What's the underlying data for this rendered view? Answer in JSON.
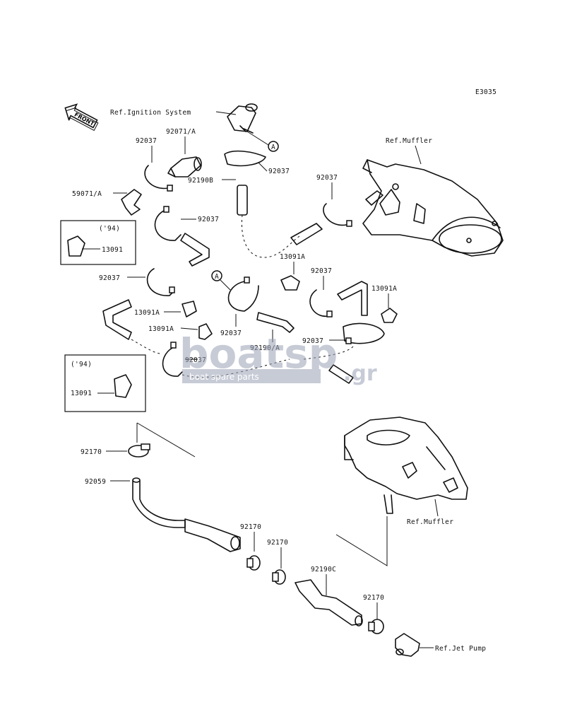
{
  "figure_code": "E3035",
  "front_label": "FRONT",
  "refs": {
    "ignition": "Ref.Ignition System",
    "muffler_top": "Ref.Muffler",
    "muffler_bottom": "Ref.Muffler",
    "jet_pump": "Ref.Jet Pump"
  },
  "callout_letter": "A",
  "parts": {
    "p92071A": "92071/A",
    "p92037_a": "92037",
    "p92037_b": "92037",
    "p92037_c": "92037",
    "p92037_d": "92037",
    "p92037_e": "92037",
    "p92037_f": "92037",
    "p92037_g": "92037",
    "p92037_h": "92037",
    "p92037_i": "92037",
    "p59071A": "59071/A",
    "p92190B": "92190B",
    "p13091A_a": "13091A",
    "p13091A_b": "13091A",
    "p13091A_c": "13091A",
    "p13091A_d": "13091A",
    "p92190A": "92190/A",
    "p13091_a": "13091",
    "p13091_b": "13091",
    "p92170_a": "92170",
    "p92170_b": "92170",
    "p92170_c": "92170",
    "p92170_d": "92170",
    "p92059": "92059",
    "p92190C": "92190C"
  },
  "year_note_a": "('94)",
  "year_note_b": "('94)",
  "watermark": {
    "logo": "boatsp",
    "suffix": ".gr",
    "tagline": "boat spare parts"
  }
}
